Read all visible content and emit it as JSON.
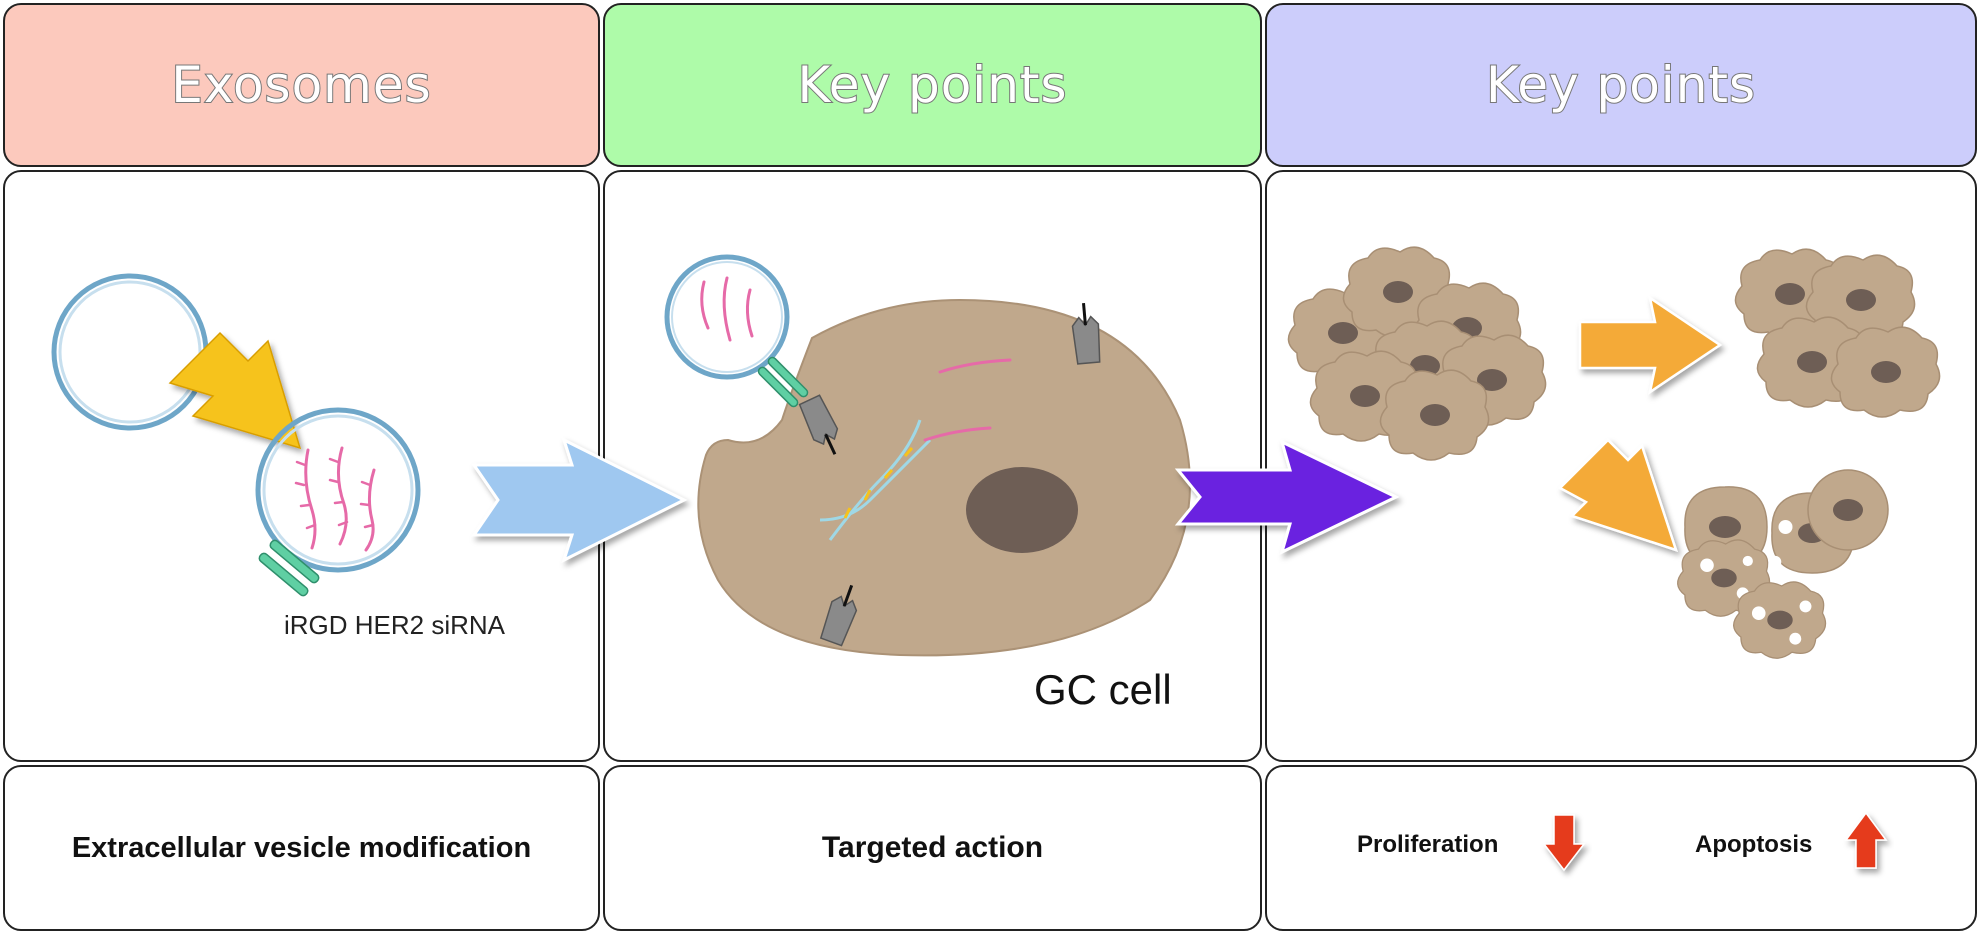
{
  "panels": [
    {
      "header": "Exosomes",
      "header_color": "#fcc9bd",
      "footer": "Extracellular vesicle modification",
      "label": "iRGD HER2 siRNA"
    },
    {
      "header": "Key points",
      "header_color": "#aefba9",
      "footer": "Targeted action",
      "label": "GC cell"
    },
    {
      "header": "Key points",
      "header_color": "#cccdfb",
      "footer_left": "Proliferation",
      "footer_right": "Apoptosis"
    }
  ],
  "colors": {
    "vesicle_stroke": "#6ea6c8",
    "sirna": "#e66aa8",
    "ligand": "#5fcfa3",
    "cell_fill": "#c0a88c",
    "nucleus": "#7c6a60",
    "arrow_yellow": "#f6c31c",
    "arrow_blue": "#9fc8f0",
    "arrow_purple": "#6a22e0",
    "arrow_orange": "#f4aa38",
    "arrow_red": "#e53a1c"
  },
  "icons": [
    "vesicle-icon",
    "cell-icon",
    "receptor-icon",
    "dna-helix-icon",
    "arrow-down-icon",
    "arrow-up-icon"
  ]
}
